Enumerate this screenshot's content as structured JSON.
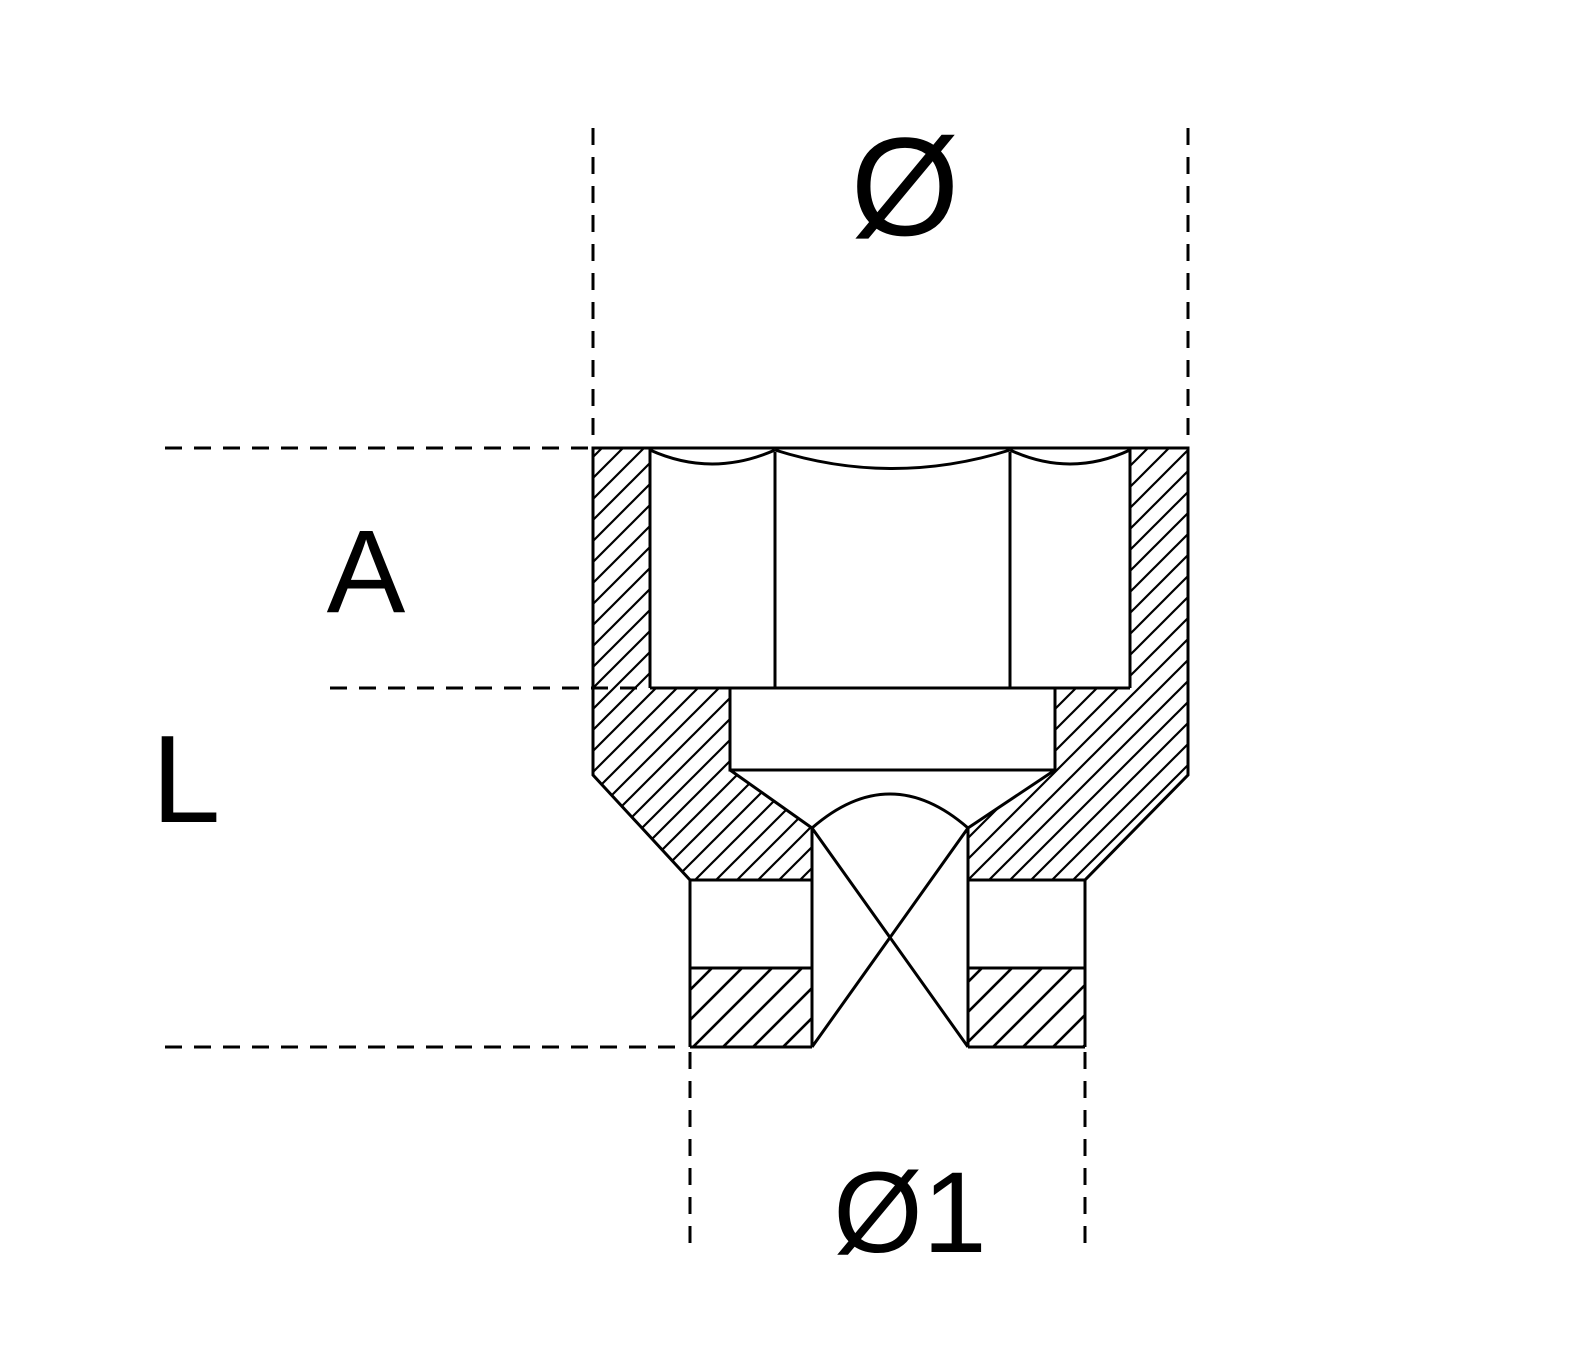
{
  "drawing": {
    "labels": {
      "outer_diameter": "Ø",
      "hex_depth": "A",
      "total_length": "L",
      "drive_end_diameter": "Ø1"
    },
    "colors": {
      "line": "#000000",
      "background": "#ffffff"
    }
  }
}
